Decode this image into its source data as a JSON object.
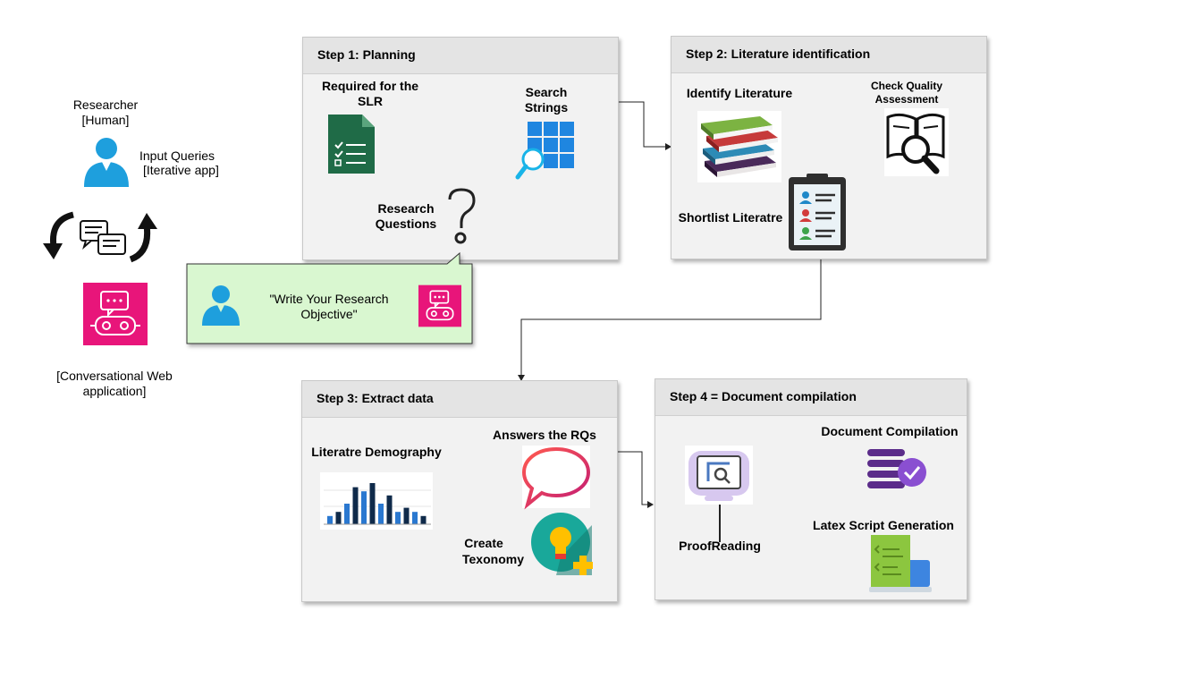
{
  "left": {
    "researcher": "Researcher",
    "human": "[Human]",
    "input_line1": "Input Queries",
    "input_line2": "[Iterative app]",
    "web_line1": "[Conversational Web",
    "web_line2": "application]"
  },
  "bubble": {
    "line1": "\"Write Your Research",
    "line2": "Objective\""
  },
  "step1": {
    "title": "Step 1: Planning",
    "required_line1": "Required for the",
    "required_line2": "SLR",
    "search_line1": "Search",
    "search_line2": "Strings",
    "rq_line1": "Research",
    "rq_line2": "Questions"
  },
  "step2": {
    "title": "Step 2: Literature identification",
    "identify": "Identify Literature",
    "check_line1": "Check Quality",
    "check_line2": "Assessment",
    "shortlist": "Shortlist Literatre"
  },
  "step3": {
    "title": "Step 3: Extract data",
    "demography": "Literatre Demography",
    "answers": "Answers the RQs",
    "create_line1": "Create",
    "create_line2": "Texonomy"
  },
  "step4": {
    "title": "Step 4 = Document compilation",
    "compilation": "Document Compilation",
    "latex": "Latex Script Generation",
    "proof": "ProofReading"
  },
  "colors": {
    "panel_bg": "#f2f2f2",
    "panel_header": "#e4e4e4",
    "bubble_bg": "#d9f7d0",
    "bot_pink": "#e8157a",
    "person_blue": "#1e9fdd",
    "doc_green": "#1f6b47",
    "grid_blue": "#1f86e0"
  },
  "chart_icon_values": [
    2,
    3,
    5,
    9,
    8,
    10,
    5,
    7,
    3,
    4,
    3,
    2
  ]
}
